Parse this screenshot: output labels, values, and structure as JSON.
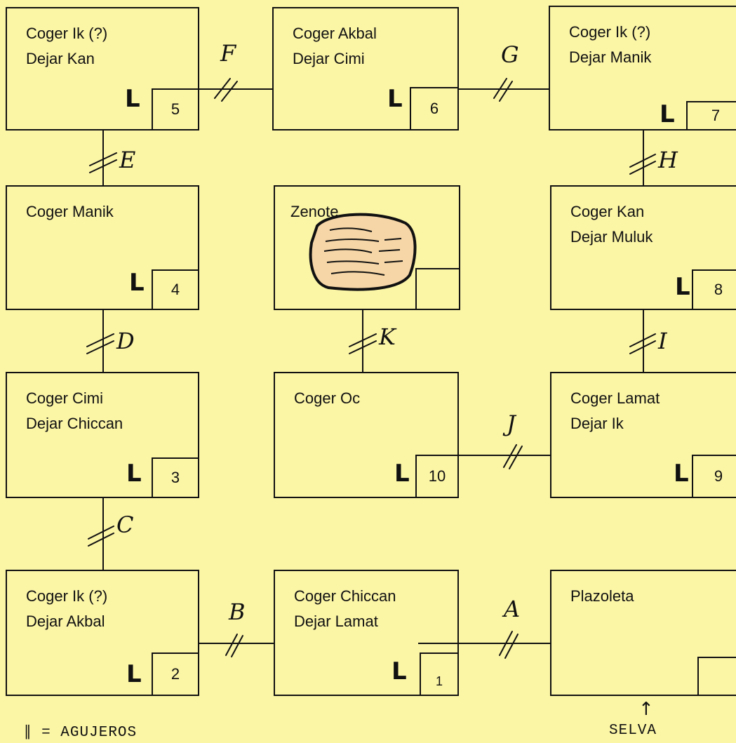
{
  "rooms": {
    "r5": {
      "line1": "Coger Ik (?)",
      "line2": "Dejar Kan",
      "l": "L",
      "num": "5"
    },
    "r6": {
      "line1": "Coger Akbal",
      "line2": "Dejar Cimi",
      "l": "L",
      "num": "6"
    },
    "r7": {
      "line1": "Coger Ik (?)",
      "line2": "Dejar Manik",
      "l": "L",
      "num": "7"
    },
    "r4": {
      "line1": "Coger Manik",
      "line2": "",
      "l": "L",
      "num": "4"
    },
    "zenote": {
      "line1": "Zenote",
      "line2": "",
      "num": ""
    },
    "r8": {
      "line1": "Coger Kan",
      "line2": "Dejar Muluk",
      "l": "L",
      "num": "8"
    },
    "r3": {
      "line1": "Coger Cimi",
      "line2": "Dejar Chiccan",
      "l": "L",
      "num": "3"
    },
    "r10": {
      "line1": "Coger Oc",
      "line2": "",
      "l": "L",
      "num": "10"
    },
    "r9": {
      "line1": "Coger Lamat",
      "line2": "Dejar Ik",
      "l": "L",
      "num": "9"
    },
    "r2": {
      "line1": "Coger Ik (?)",
      "line2": "Dejar Akbal",
      "l": "L",
      "num": "2"
    },
    "r1": {
      "line1": "Coger Chiccan",
      "line2": "Dejar Lamat",
      "l": "L",
      "num": "1"
    },
    "plazoleta": {
      "line1": "Plazoleta",
      "line2": "",
      "num": ""
    }
  },
  "passages": {
    "A": "A",
    "B": "B",
    "C": "C",
    "D": "D",
    "E": "E",
    "F": "F",
    "G": "G",
    "H": "H",
    "I": "I",
    "J": "J",
    "K": "K"
  },
  "legend": "∥ = AGUJEROS",
  "exit_arrow": "↑",
  "exit_label": "SELVA"
}
